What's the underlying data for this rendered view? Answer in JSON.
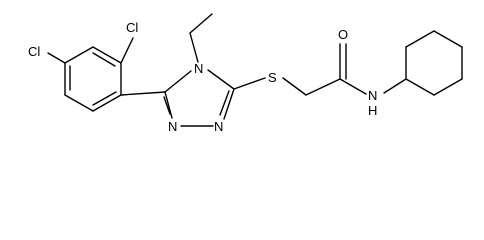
{
  "molecule": {
    "atoms": [
      {
        "id": "cl_ortho",
        "label": "Cl"
      },
      {
        "id": "cl_para",
        "label": "Cl"
      },
      {
        "id": "n4",
        "label": "N"
      },
      {
        "id": "s",
        "label": "S"
      },
      {
        "id": "o",
        "label": "O"
      },
      {
        "id": "nh",
        "label": "N"
      },
      {
        "id": "h",
        "label": "H"
      },
      {
        "id": "n2",
        "label": "N"
      },
      {
        "id": "n1",
        "label": "N"
      }
    ]
  },
  "colors": {
    "bond": "#000000",
    "background": "#ffffff"
  }
}
